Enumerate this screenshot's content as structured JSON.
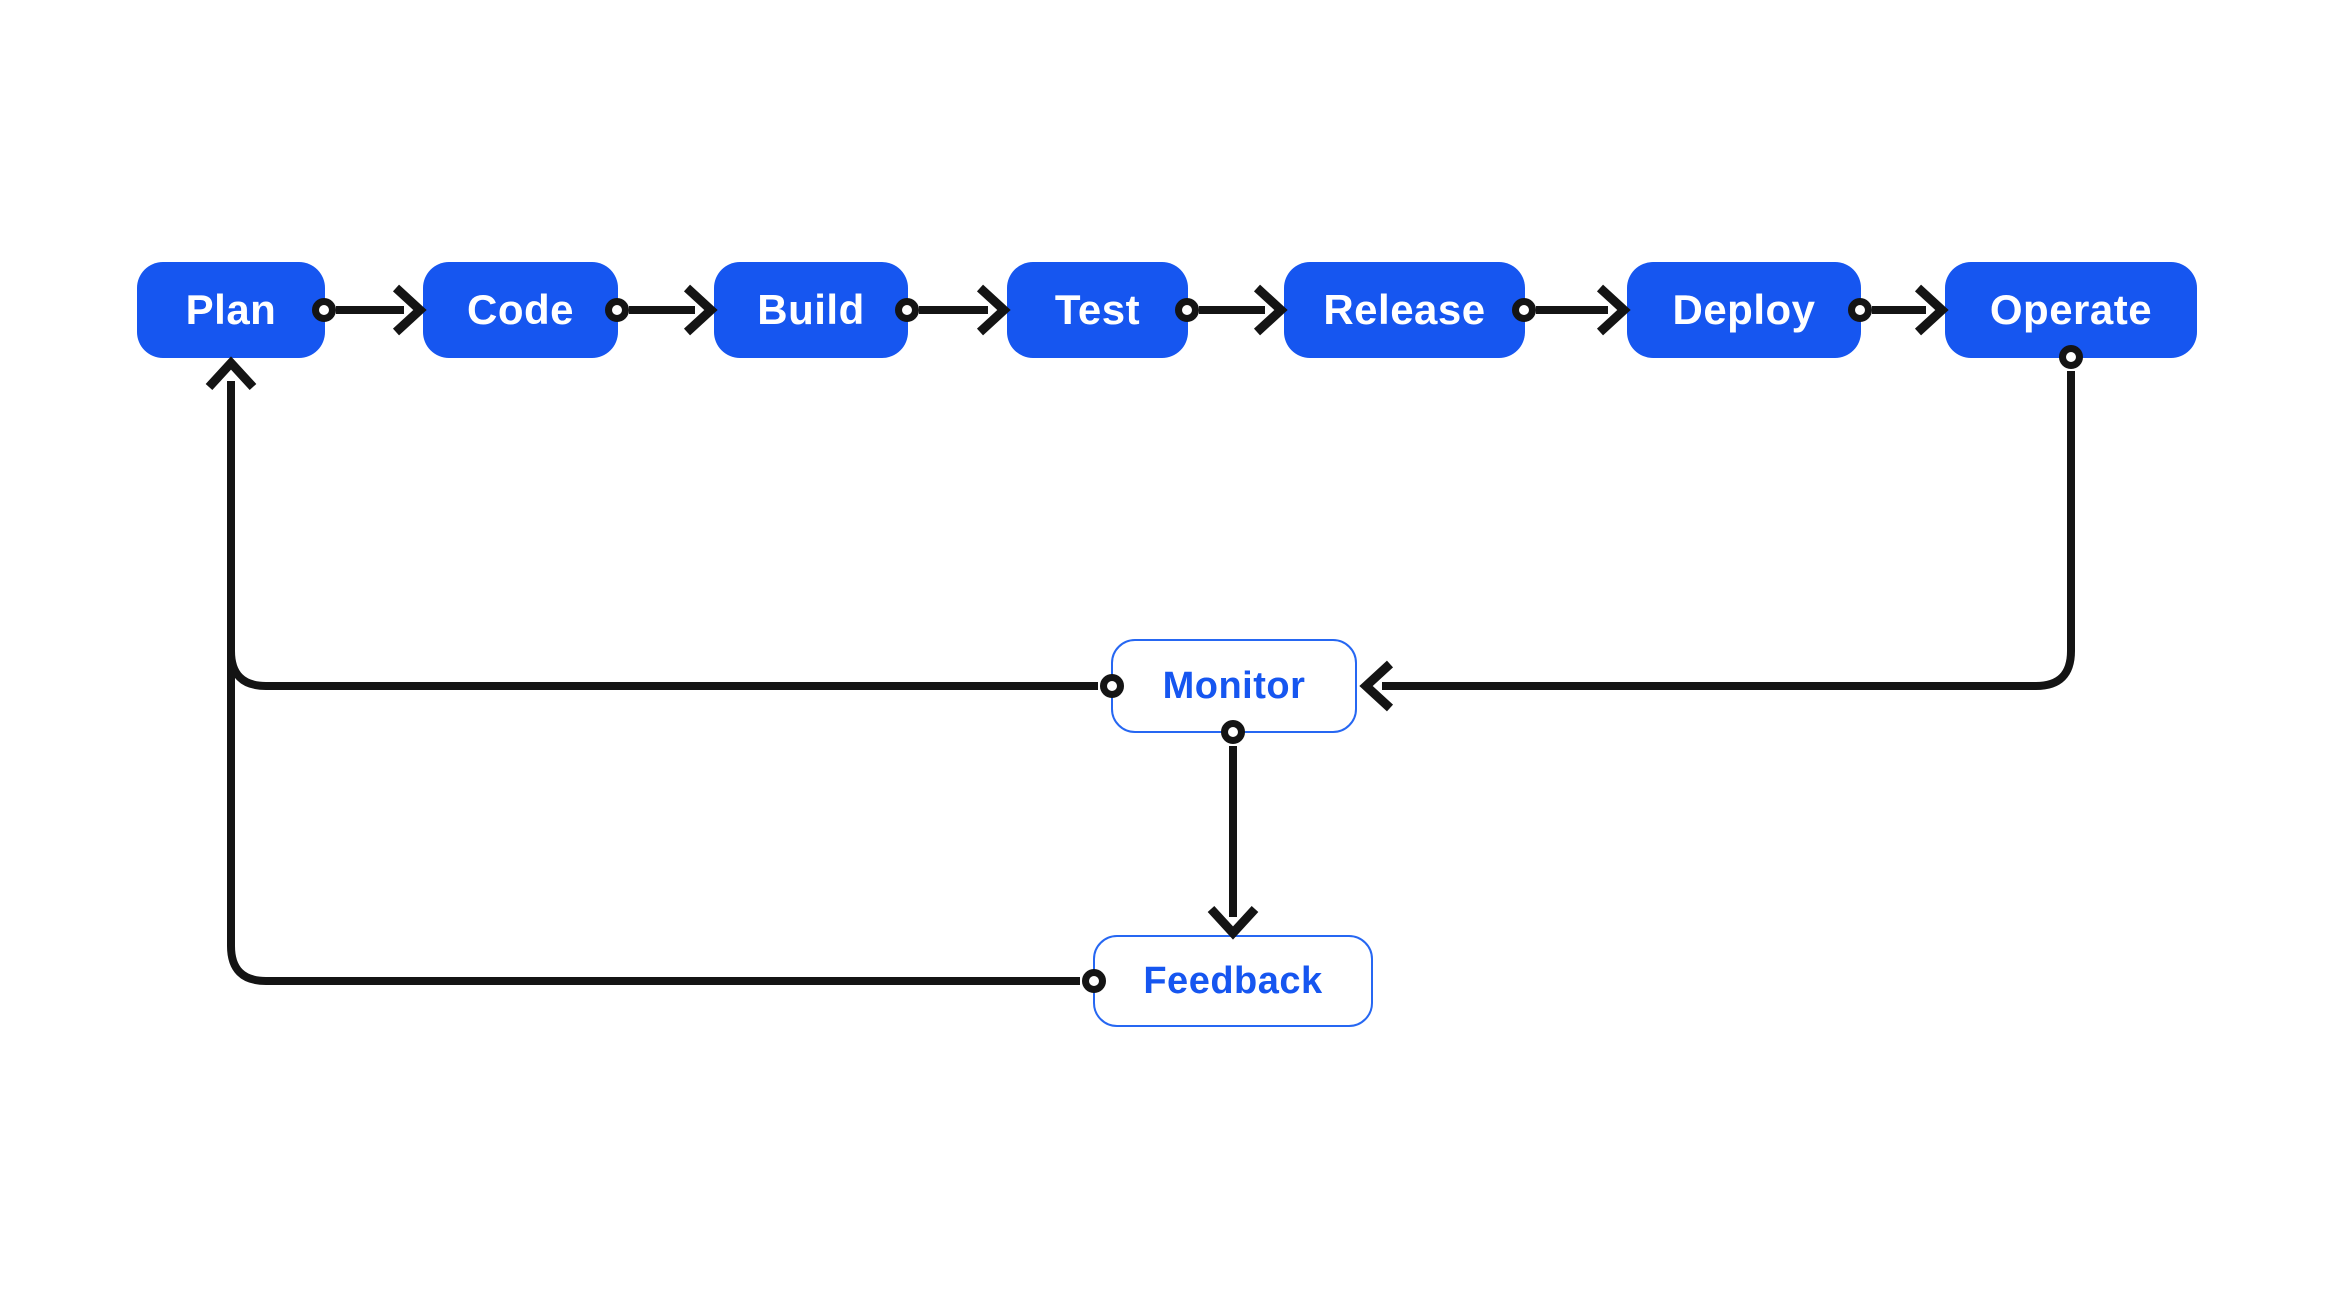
{
  "nodes": {
    "pipeline": [
      {
        "label": "Plan"
      },
      {
        "label": "Code"
      },
      {
        "label": "Build"
      },
      {
        "label": "Test"
      },
      {
        "label": "Release"
      },
      {
        "label": "Deploy"
      },
      {
        "label": "Operate"
      }
    ],
    "monitor": {
      "label": "Monitor"
    },
    "feedback": {
      "label": "Feedback"
    }
  },
  "edges": [
    "Plan -> Code",
    "Code -> Build",
    "Build -> Test",
    "Test -> Release",
    "Release -> Deploy",
    "Deploy -> Operate",
    "Operate -> Monitor",
    "Monitor -> Feedback",
    "Monitor -> Plan",
    "Feedback -> Plan"
  ],
  "colors": {
    "node_fill": "#1656F0",
    "node_text": "#FFFFFF",
    "outline_node_border": "#2667F2",
    "outline_node_text": "#1656F0",
    "connector": "#141414",
    "background": "#FFFFFF"
  }
}
